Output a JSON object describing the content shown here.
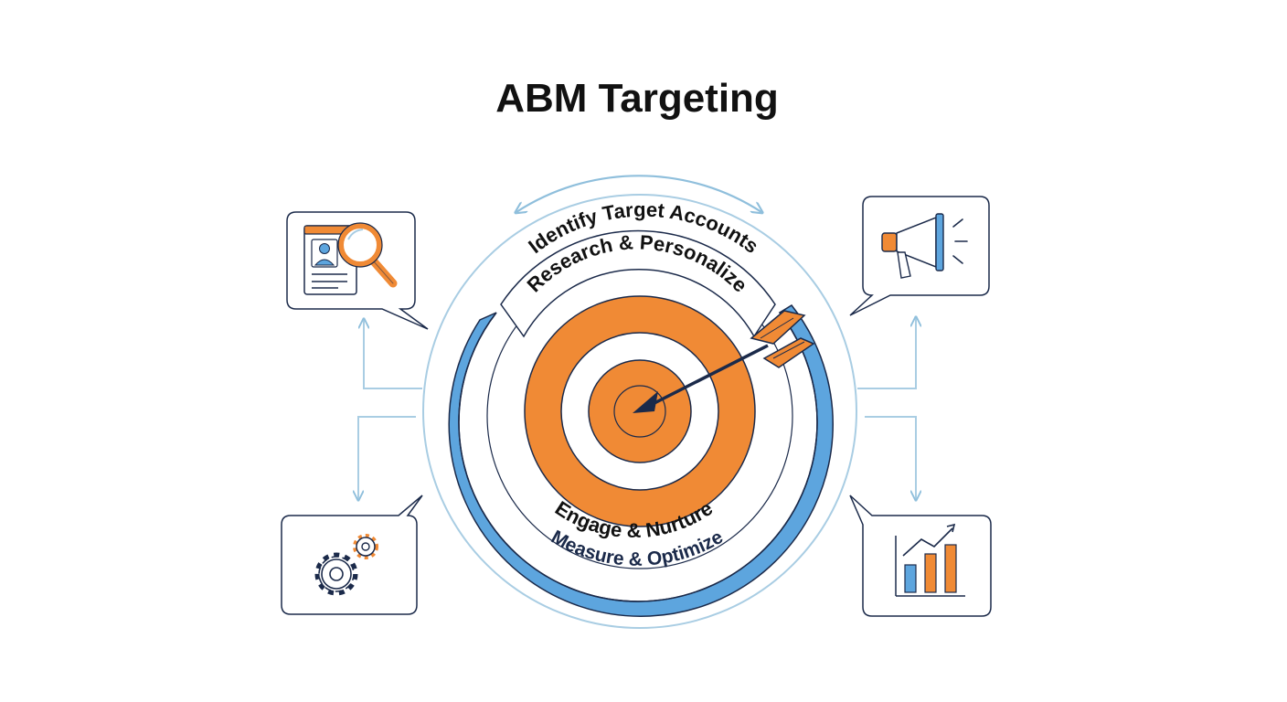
{
  "title": "ABM Targeting",
  "stages": {
    "identify": "Identify Target Accounts",
    "research": "Research & Personalize",
    "engage": "Engage & Nurture",
    "measure": "Measure & Optimize"
  },
  "icons": {
    "top_left": "profile-search-icon",
    "top_right": "megaphone-icon",
    "bottom_left": "gears-icon",
    "bottom_right": "growth-chart-icon"
  },
  "colors": {
    "orange": "#F08A35",
    "blue": "#5DA5DE",
    "light_blue": "#A9CDE3",
    "navy": "#1B2A4A",
    "text": "#111111"
  }
}
